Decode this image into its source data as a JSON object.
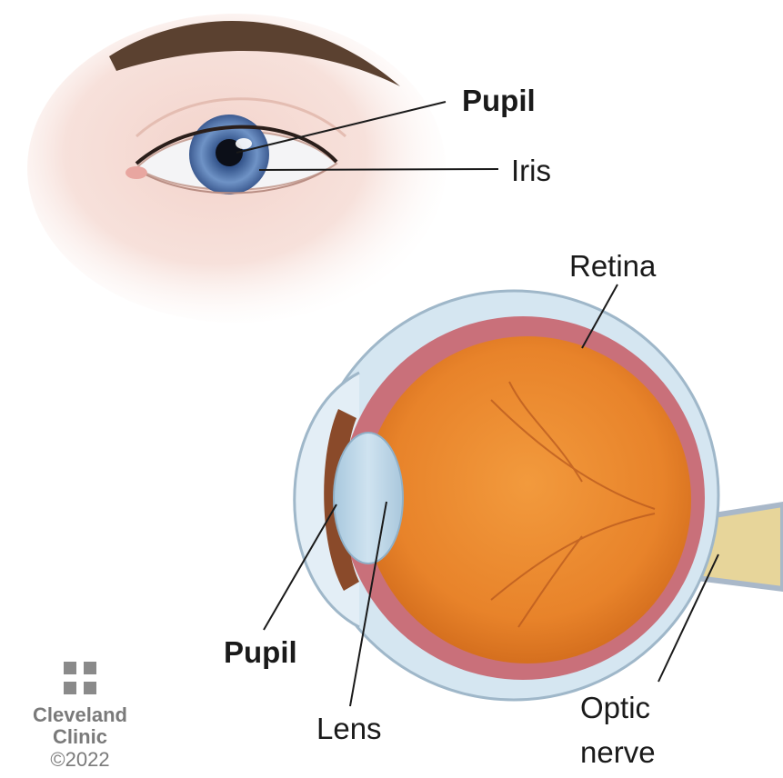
{
  "labels": {
    "top_pupil": "Pupil",
    "iris": "Iris",
    "retina": "Retina",
    "bottom_pupil": "Pupil",
    "lens": "Lens",
    "optic_line1": "Optic",
    "optic_line2": "nerve"
  },
  "logo": {
    "name_line1": "Cleveland",
    "name_line2": "Clinic",
    "copyright": "©2022"
  },
  "colors": {
    "eyeball_fill": "#e98a2e",
    "retina_band": "#c9707a",
    "sclera": "#d5e6f1",
    "lens": "#bcd8ea",
    "iris_blue": "#4a6ea8",
    "brow": "#5b4130",
    "skin": "#f6ddd6"
  }
}
